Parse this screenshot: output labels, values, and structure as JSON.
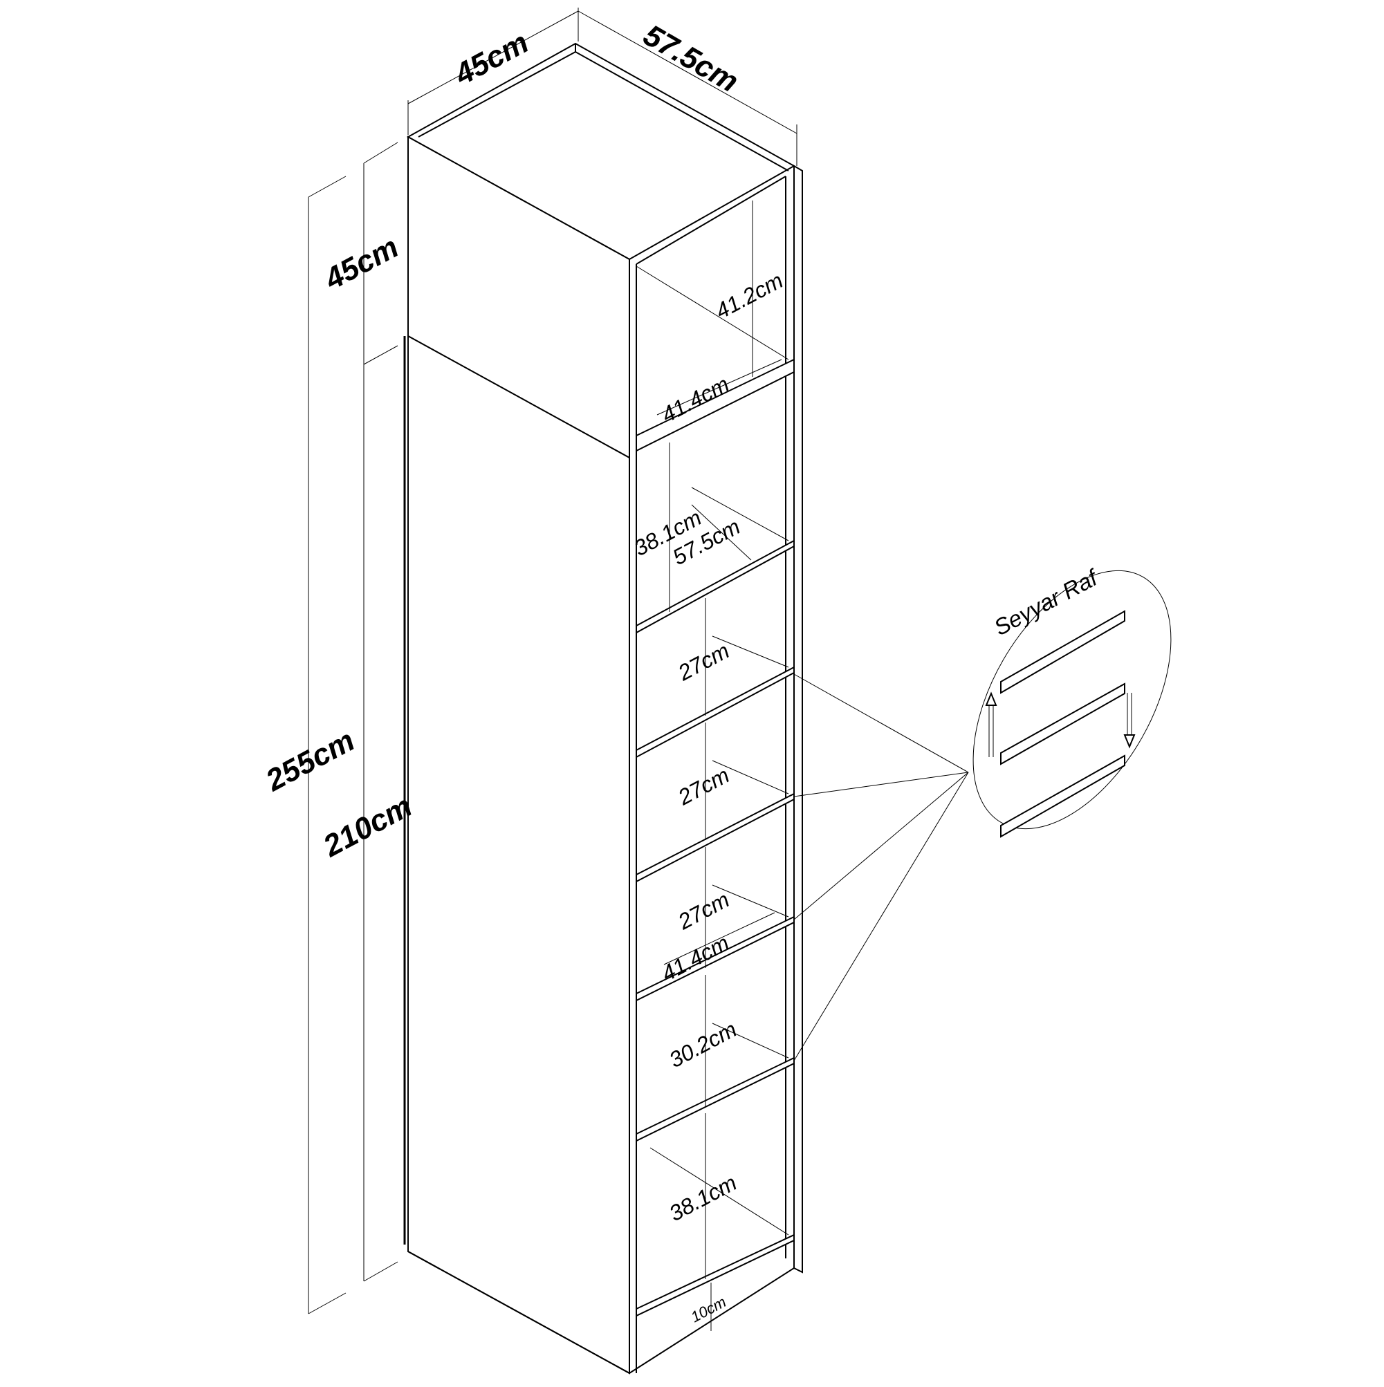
{
  "dimensions": {
    "top_depth": "45cm",
    "top_width": "57.5cm",
    "upper_height": "45cm",
    "total_height": "255cm",
    "lower_height": "210cm",
    "upper_inner_height": "41.2cm",
    "upper_inner_width": "41.4cm",
    "compartment_1_height": "38.1cm",
    "compartment_1_depth": "57.5cm",
    "compartment_2_height": "27cm",
    "compartment_3_height": "27cm",
    "compartment_4_height": "27cm",
    "middle_inner_width": "41.4cm",
    "compartment_5_height": "30.2cm",
    "compartment_6_height": "38.1cm",
    "plinth_height": "10cm"
  },
  "callout": {
    "title": "Seyyar Raf"
  }
}
